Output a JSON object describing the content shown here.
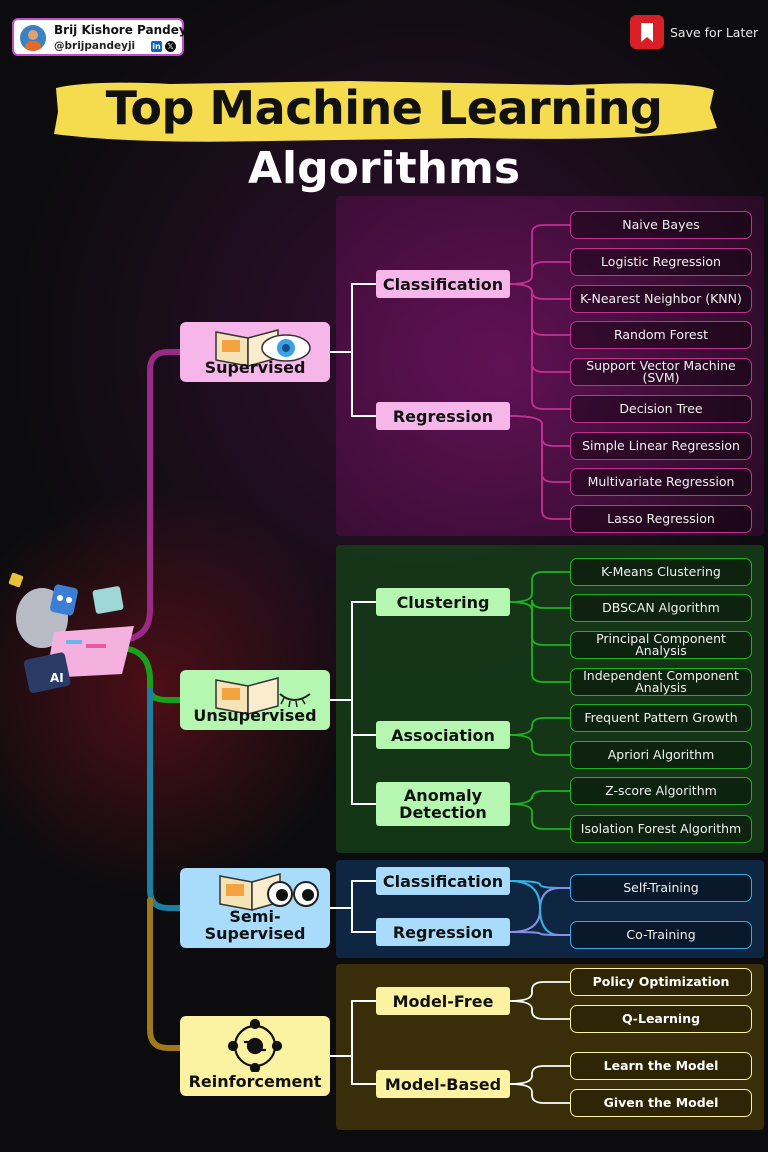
{
  "author": {
    "name": "Brij Kishore Pandey",
    "handle": "@brijpandeyji",
    "linkedin_badge": "in",
    "x_badge": "𝕏"
  },
  "save": {
    "label": "Save for Later"
  },
  "title": {
    "line1": "Top Machine Learning",
    "line2": "Algorithms"
  },
  "colors": {
    "supervised": "#c2308f",
    "supervised_box": "#f7b6ea",
    "unsupervised": "#1fb11f",
    "unsupervised_box": "#b5f7b0",
    "semi": "#3aa6e0",
    "semi_box": "#a9dcfb",
    "reinforcement": "#c99a23",
    "reinforcement_box": "#fbf2a2",
    "title_band": "#f5dc4e",
    "save_red": "#d81f26"
  },
  "branches": [
    {
      "name": "Supervised",
      "icon": "open-book-eye-icon",
      "categories": [
        {
          "label": "Classification",
          "leaves": [
            "Naive Bayes",
            "Logistic Regression",
            "K-Nearest Neighbor (KNN)",
            "Random Forest",
            "Support Vector Machine (SVM)",
            "Decision Tree"
          ]
        },
        {
          "label": "Regression",
          "leaves": [
            "Simple Linear Regression",
            "Multivariate Regression",
            "Lasso Regression"
          ]
        }
      ]
    },
    {
      "name": "Unsupervised",
      "icon": "open-book-closed-eye-icon",
      "categories": [
        {
          "label": "Clustering",
          "leaves": [
            "K-Means Clustering",
            "DBSCAN Algorithm",
            "Principal Component Analysis",
            "Independent Component Analysis"
          ]
        },
        {
          "label": "Association",
          "leaves": [
            "Frequent Pattern Growth",
            "Apriori Algorithm"
          ]
        },
        {
          "label": "Anomaly Detection",
          "leaves": [
            "Z-score Algorithm",
            "Isolation Forest Algorithm"
          ]
        }
      ]
    },
    {
      "name": "Semi-Supervised",
      "icon": "open-book-eyes-icon",
      "categories": [
        {
          "label": "Classification",
          "leaves": []
        },
        {
          "label": "Regression",
          "leaves": []
        }
      ],
      "shared_leaves": [
        "Self-Training",
        "Co-Training"
      ]
    },
    {
      "name": "Reinforcement",
      "icon": "cycle-gear-icon",
      "categories": [
        {
          "label": "Model-Free",
          "leaves": [
            "Policy Optimization",
            "Q-Learning"
          ]
        },
        {
          "label": "Model-Based",
          "leaves": [
            "Learn the Model",
            "Given the Model"
          ]
        }
      ]
    }
  ]
}
